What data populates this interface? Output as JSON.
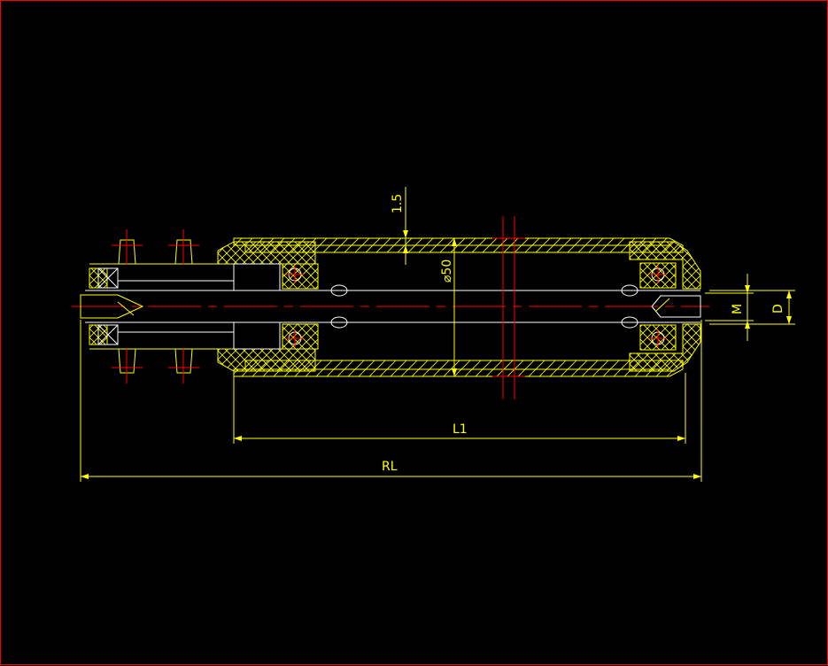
{
  "drawing": {
    "colors": {
      "outline": "#ffffff",
      "dimension": "#ffff00",
      "centerline": "#ff0000",
      "background": "#000000"
    },
    "labels": {
      "wall_thickness": "1.5",
      "tube_diameter": "⌀50",
      "length_l1": "L1",
      "length_rl": "RL",
      "shaft_m": "M",
      "shaft_d": "D"
    }
  }
}
